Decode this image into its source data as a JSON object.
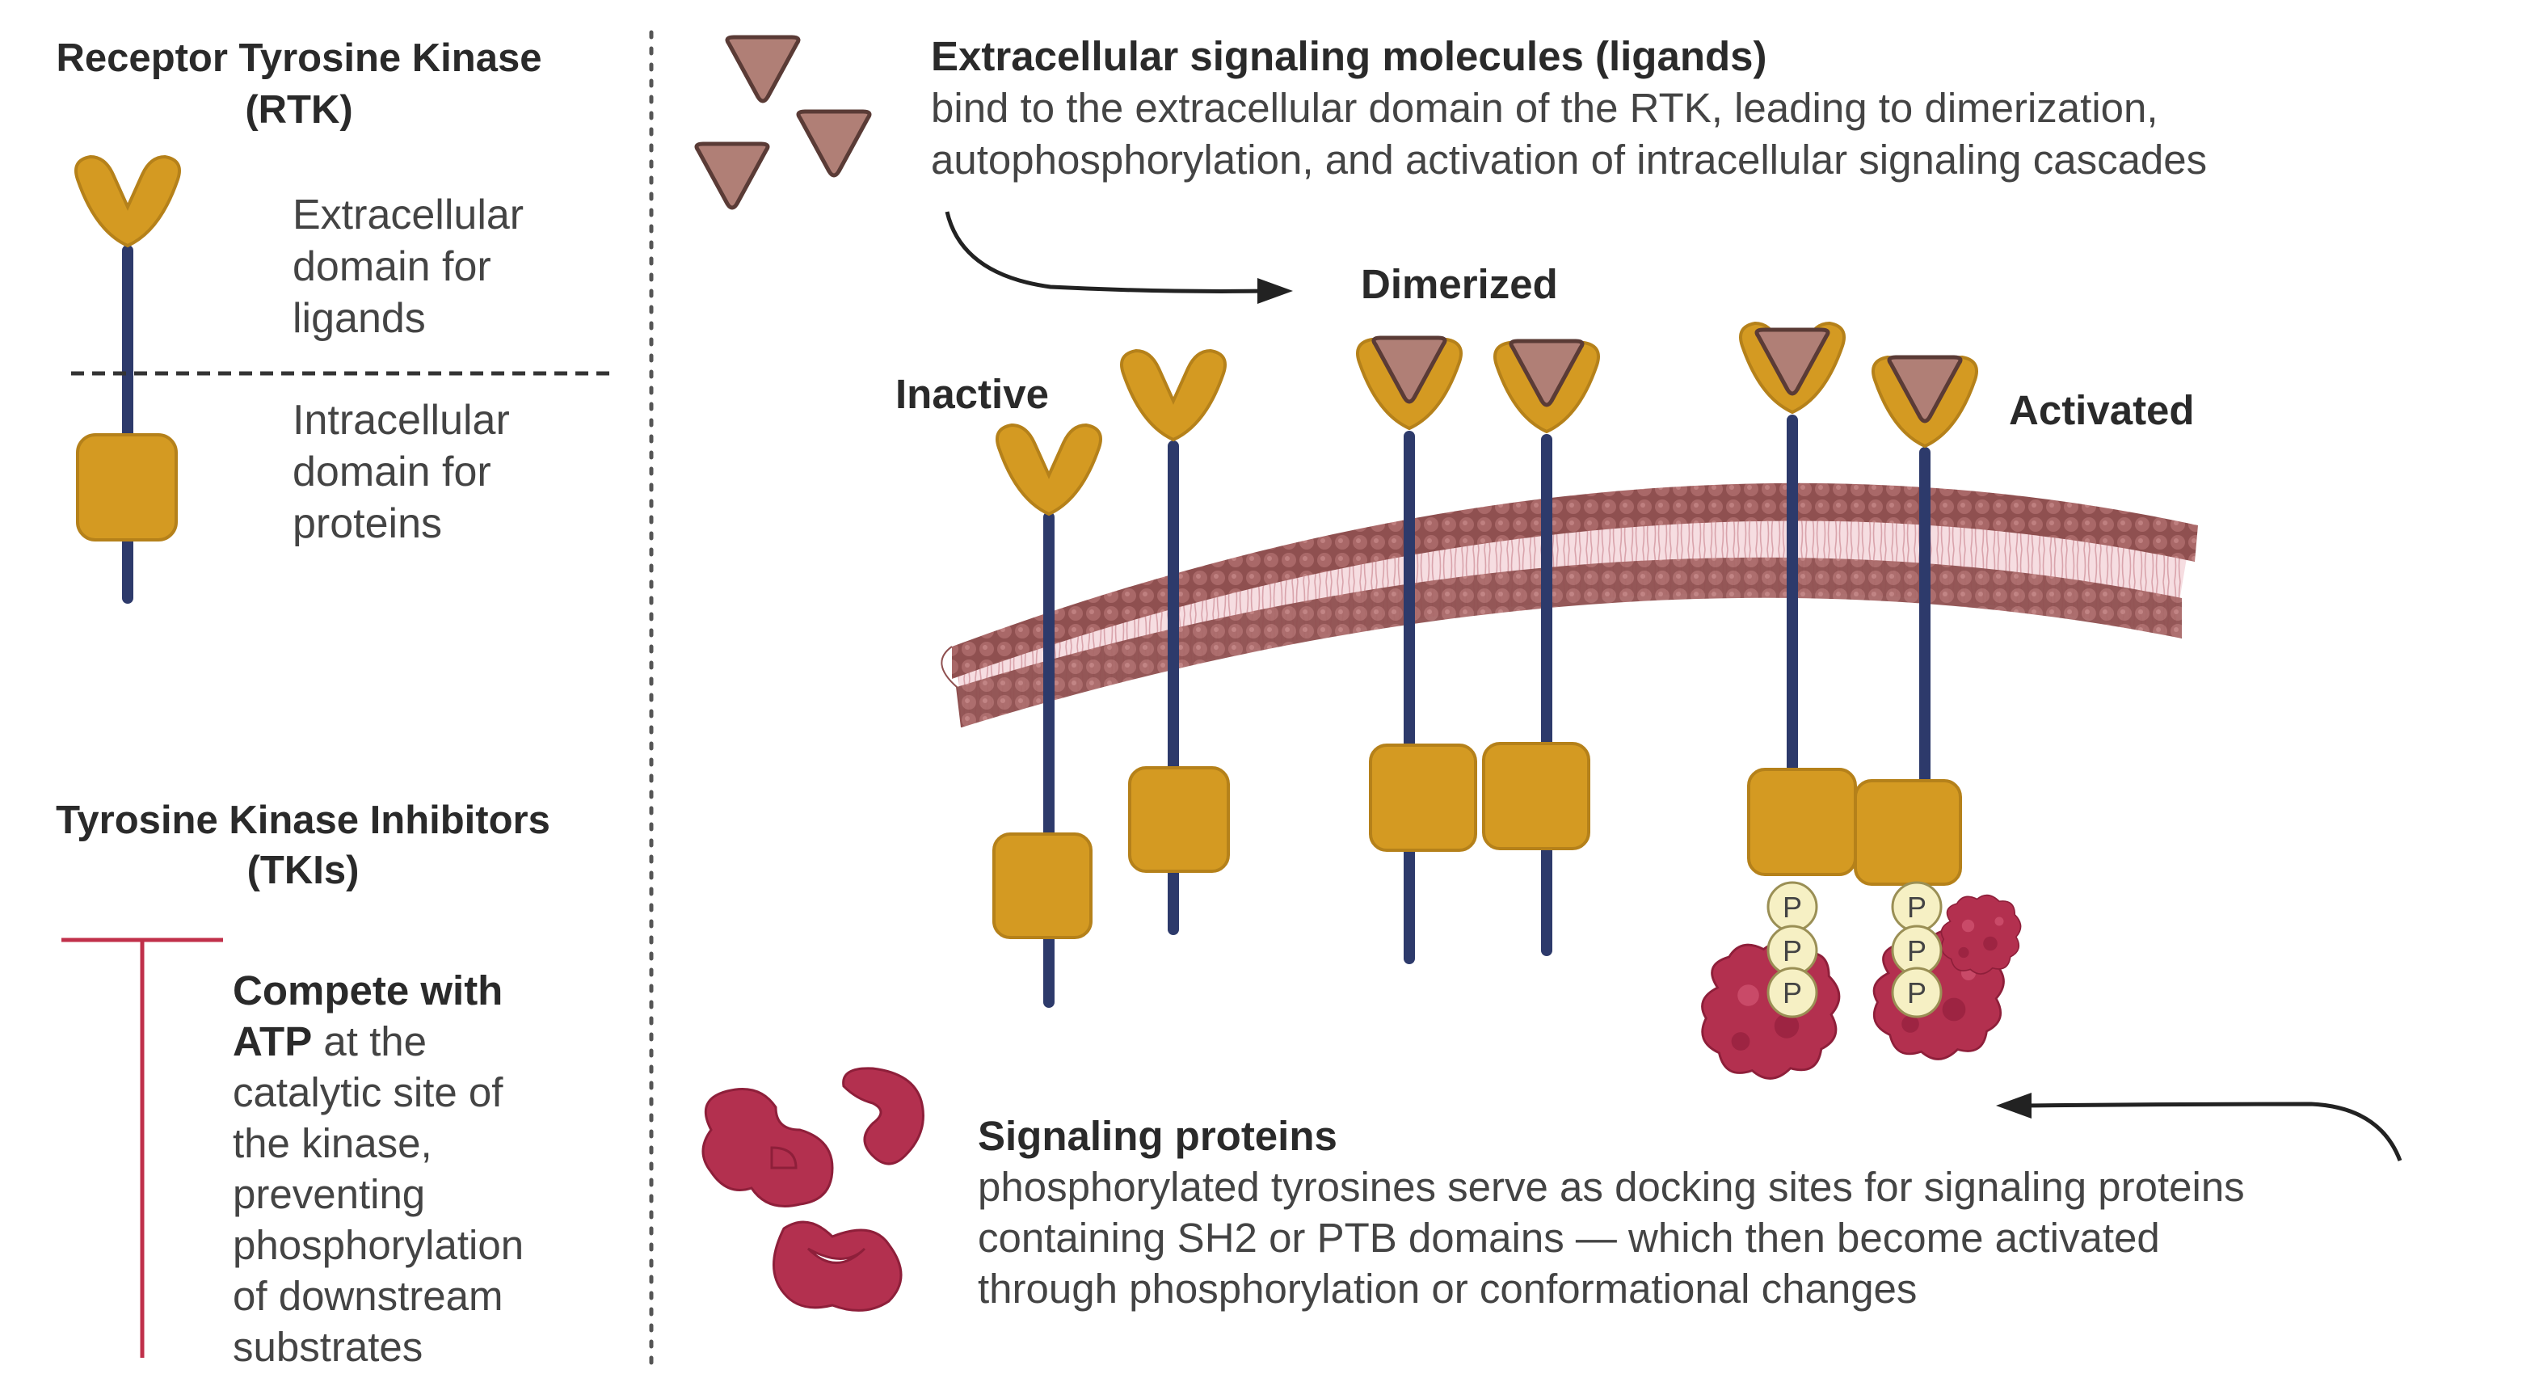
{
  "legend": {
    "rtk_title": [
      "Receptor Tyrosine Kinase",
      "(RTK)"
    ],
    "extracellular_label": [
      "Extracellular",
      "domain for",
      "ligands"
    ],
    "intracellular_label": [
      "Intracellular",
      "domain for",
      "proteins"
    ],
    "tki_title": [
      "Tyrosine Kinase Inhibitors",
      "(TKIs)"
    ],
    "tki_desc_bold_1": "Compete with",
    "tki_desc_bold_2": "ATP",
    "tki_desc_rest_2": " at the",
    "tki_desc_lines": [
      "catalytic site of",
      "the kinase,",
      "preventing",
      "phosphorylation",
      "of downstream",
      "substrates"
    ]
  },
  "ligands": {
    "title": "Extracellular signaling molecules (ligands)",
    "desc": [
      "bind to the extracellular domain of the RTK, leading to dimerization,",
      "autophosphorylation, and activation of intracellular signaling cascades"
    ]
  },
  "states": {
    "inactive": "Inactive",
    "dimerized": "Dimerized",
    "activated": "Activated"
  },
  "phospho_label": "P",
  "signaling": {
    "title": "Signaling proteins",
    "desc": [
      "phosphorylated tyrosines serve as docking sites for signaling proteins",
      "containing SH2 or PTB domains — which then become activated",
      "through phosphorylation or conformational changes"
    ]
  },
  "colors": {
    "receptor_gold": "#d49a22",
    "receptor_gold_dark": "#a8760f",
    "stem_navy": "#2d3a6b",
    "ligand": "#b07f76",
    "membrane_head": "#9b5c5c",
    "membrane_tail": "#f3d3d8",
    "protein": "#b3304f",
    "phospho": "#f6f0c4",
    "tki_red": "#c0304a"
  }
}
